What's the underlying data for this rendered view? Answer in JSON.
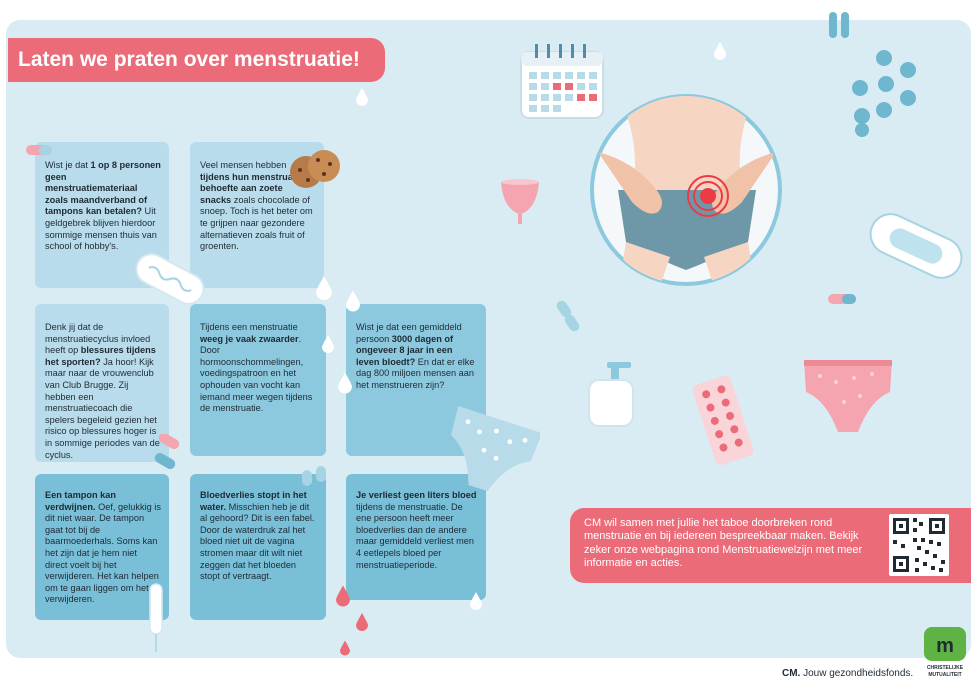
{
  "title": "Laten we praten over menstruatie!",
  "cards": [
    {
      "segments": [
        {
          "t": "Wist je dat "
        },
        {
          "t": "1 op 8 personen geen menstruatiemateriaal zoals maandverband of tampons kan betalen?",
          "b": true
        },
        {
          "t": " Uit geldgebrek blijven hierdoor sommige mensen thuis van school of hobby's."
        }
      ]
    },
    {
      "segments": [
        {
          "t": "Veel mensen hebben "
        },
        {
          "t": "tijdens hun menstruatie behoefte aan zoete snacks",
          "b": true
        },
        {
          "t": " zoals chocolade of snoep. Toch is het beter om te grijpen naar gezondere alternatieven zoals fruit of groenten."
        }
      ]
    },
    {
      "segments": [
        {
          "t": "Denk jij dat de menstruatiecyclus invloed heeft op "
        },
        {
          "t": "blessures tijdens het sporten?",
          "b": true
        },
        {
          "t": " Ja hoor! Kijk maar naar de vrouwenclub van Club Brugge. Zij hebben een menstruatiecoach die spelers begeleid gezien het risico op blessures hoger is in sommige periodes van de cyclus."
        }
      ]
    },
    {
      "segments": [
        {
          "t": "Tijdens een menstruatie "
        },
        {
          "t": "weeg je vaak zwaarder",
          "b": true
        },
        {
          "t": ". Door hormoonschommelingen, voedingspatroon en het ophouden van vocht kan iemand meer wegen tijdens de menstruatie."
        }
      ]
    },
    {
      "segments": [
        {
          "t": "Wist je dat een gemiddeld persoon "
        },
        {
          "t": "3000 dagen of ongeveer 8 jaar in een leven bloedt?",
          "b": true
        },
        {
          "t": " En dat er elke dag 800 miljoen mensen aan het menstrueren zijn?"
        }
      ]
    },
    {
      "segments": [
        {
          "t": "Een tampon kan verdwijnen.",
          "b": true
        },
        {
          "t": " Oef, gelukkig is dit niet waar. De tampon gaat tot bij de baarmoederhals. Soms kan het zijn dat je hem niet direct voelt bij het verwijderen. Het kan helpen om te gaan liggen om het te verwijderen."
        }
      ]
    },
    {
      "segments": [
        {
          "t": "Bloedverlies stopt in het water.",
          "b": true
        },
        {
          "t": " Misschien heb je dit al gehoord? Dit is een fabel. Door de waterdruk zal het bloed niet uit de vagina stromen maar dit wilt niet zeggen dat het bloeden stopt of vertraagt."
        }
      ]
    },
    {
      "segments": [
        {
          "t": "Je verliest geen liters bloed",
          "b": true
        },
        {
          "t": " tijdens de menstruatie. De ene persoon heeft meer bloedverlies dan de andere maar gemiddeld verliest men 4 eetlepels bloed per menstruatieperiode."
        }
      ]
    }
  ],
  "cta_text": "CM wil samen met jullie het taboe doorbreken rond menstruatie en bij iedereen bespreekbaar maken. Bekijk zeker onze webpagina rond Menstruatiewelzijn met meer informatie en acties.",
  "footer": {
    "brand": "CM.",
    "tagline": " Jouw gezondheidsfonds."
  },
  "logo_text": {
    "line1": "CHRISTELIJKE",
    "line2": "MUTUALITEIT"
  },
  "colors": {
    "accent": "#ec6b78",
    "panel": "#d9ecf3",
    "card_light": "#b8dceb",
    "card_dark": "#79bfd8"
  }
}
